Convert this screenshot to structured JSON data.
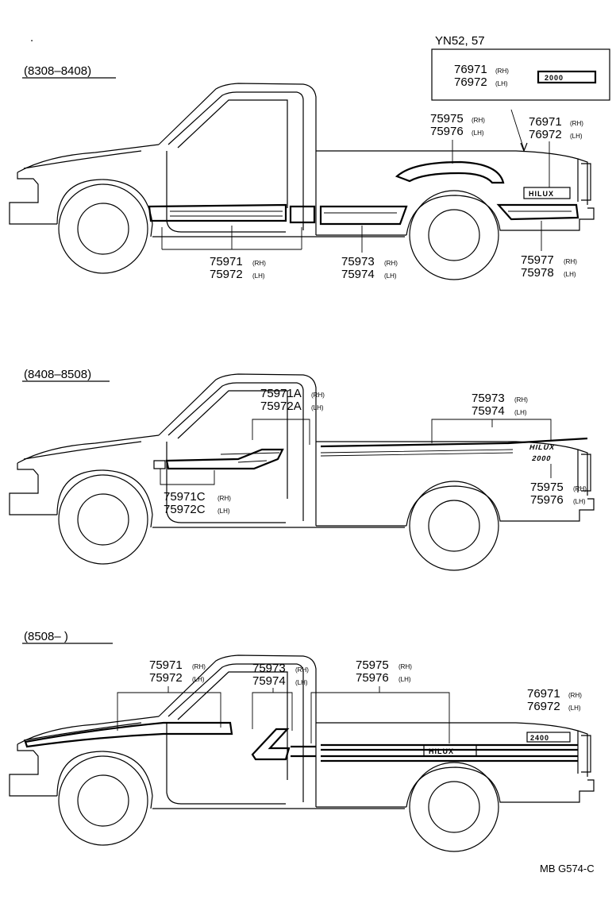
{
  "sections": [
    {
      "period": "(8308–8408)",
      "variant_box": {
        "title": "YN52, 57",
        "part_rh": "76971",
        "part_lh": "76972",
        "emblem": "2000"
      },
      "callouts": [
        {
          "rh": "76971",
          "lh": "76972"
        },
        {
          "rh": "75975",
          "lh": "75976"
        },
        {
          "rh": "75971",
          "lh": "75972"
        },
        {
          "rh": "75973",
          "lh": "75974"
        },
        {
          "rh": "75977",
          "lh": "75978"
        }
      ],
      "emblem": "HILUX"
    },
    {
      "period": "(8408–8508)",
      "callouts": [
        {
          "rh": "75971A",
          "lh": "75972A"
        },
        {
          "rh": "75973",
          "lh": "75974"
        },
        {
          "rh": "75971C",
          "lh": "75972C"
        },
        {
          "rh": "75975",
          "lh": "75976"
        }
      ],
      "emblem": "HILUX",
      "emblem2": "2000"
    },
    {
      "period": "(8508–      )",
      "callouts": [
        {
          "rh": "75971",
          "lh": "75972"
        },
        {
          "rh": "75973",
          "lh": "75974"
        },
        {
          "rh": "75975",
          "lh": "75976"
        },
        {
          "rh": "76971",
          "lh": "76972"
        }
      ],
      "emblem": "HILUX",
      "emblem2": "2400"
    }
  ],
  "suffix_rh": "(RH)",
  "suffix_lh": "(LH)",
  "figure_code": "MB G574-C"
}
